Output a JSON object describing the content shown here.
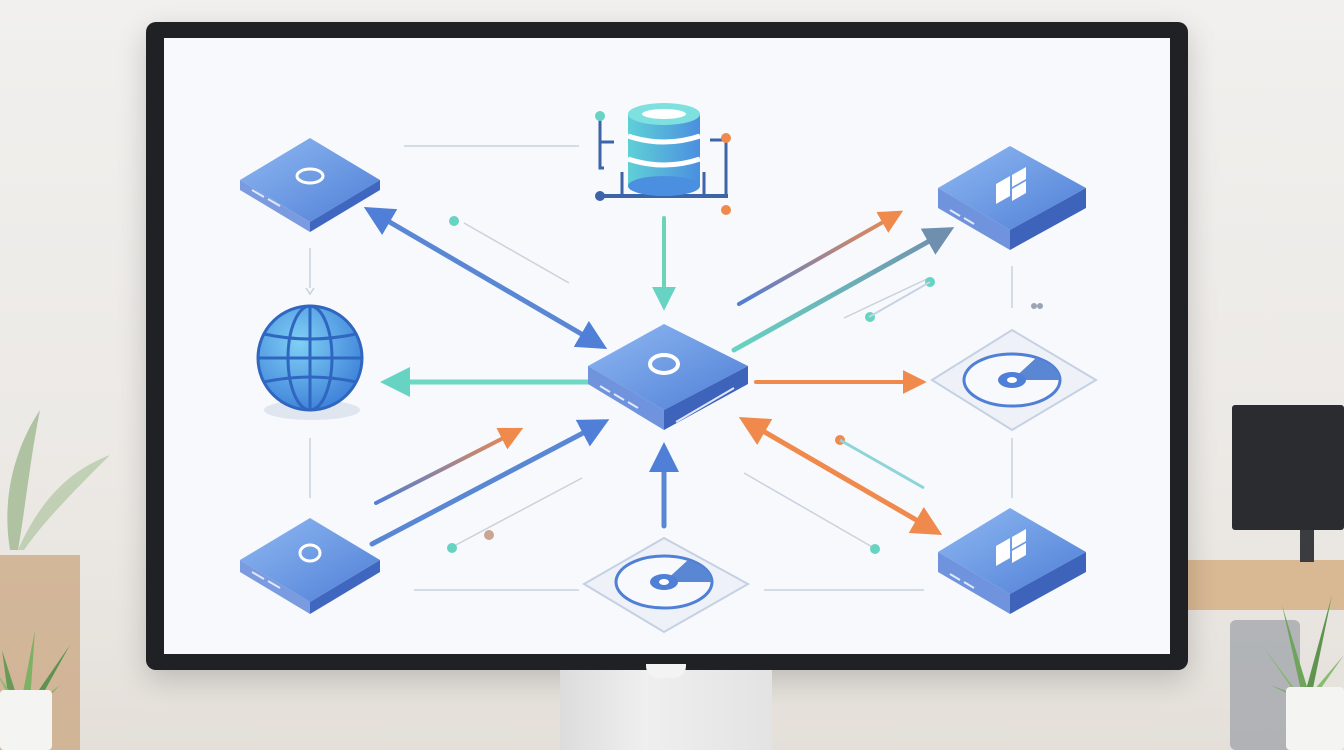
{
  "scene": {
    "description_items": [
      "monitor",
      "network-diagram",
      "desk-plants"
    ],
    "colors": {
      "screen_bg": "#f7f9fc",
      "device_blue": "#4f7fd6",
      "device_light": "#8fb2ec",
      "teal": "#67d3c2",
      "orange": "#ef8a4c",
      "steel": "#6f8fae",
      "monitor_bezel": "#1f2124"
    }
  },
  "diagram": {
    "nodes": [
      {
        "id": "central-switch",
        "icon": "router-icon"
      },
      {
        "id": "database",
        "icon": "database-icon"
      },
      {
        "id": "globe",
        "icon": "globe-icon"
      },
      {
        "id": "device-top-left",
        "icon": "router-icon"
      },
      {
        "id": "device-bottom-left",
        "icon": "router-icon"
      },
      {
        "id": "server-top-right",
        "icon": "windows-server-icon"
      },
      {
        "id": "server-bottom-right",
        "icon": "windows-server-icon"
      },
      {
        "id": "disc-right",
        "icon": "disc-icon"
      },
      {
        "id": "disc-bottom",
        "icon": "disc-icon"
      }
    ]
  }
}
